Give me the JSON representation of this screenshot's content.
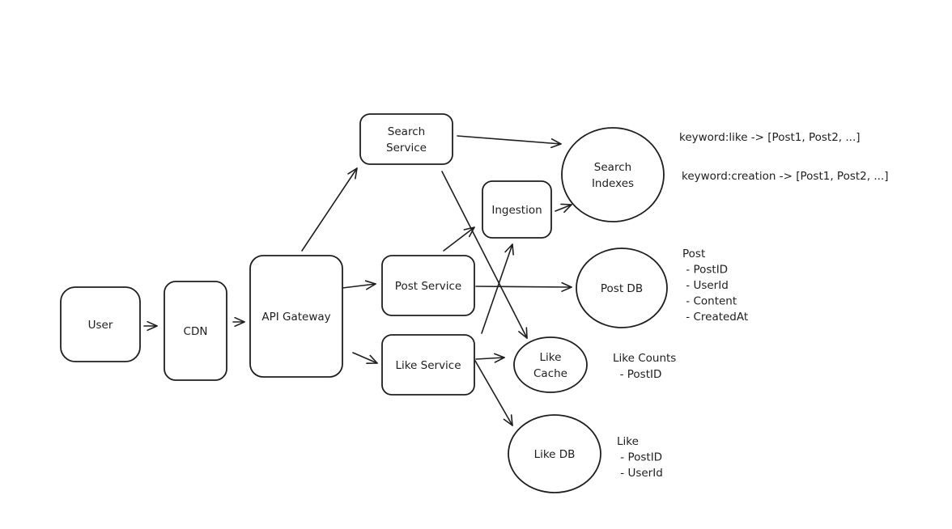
{
  "diagram": {
    "nodes": [
      {
        "id": "user",
        "shape": "rect",
        "lines": [
          "User"
        ]
      },
      {
        "id": "cdn",
        "shape": "rect",
        "lines": [
          "CDN"
        ]
      },
      {
        "id": "api-gateway",
        "shape": "rect",
        "lines": [
          "API Gateway"
        ]
      },
      {
        "id": "search-service",
        "shape": "rect",
        "lines": [
          "Search",
          "Service"
        ]
      },
      {
        "id": "post-service",
        "shape": "rect",
        "lines": [
          "Post Service"
        ]
      },
      {
        "id": "like-service",
        "shape": "rect",
        "lines": [
          "Like Service"
        ]
      },
      {
        "id": "ingestion",
        "shape": "rect",
        "lines": [
          "Ingestion"
        ]
      },
      {
        "id": "search-indexes",
        "shape": "ellipse",
        "lines": [
          "Search",
          "Indexes"
        ]
      },
      {
        "id": "post-db",
        "shape": "ellipse",
        "lines": [
          "Post DB"
        ]
      },
      {
        "id": "like-cache",
        "shape": "ellipse",
        "lines": [
          "Like",
          "Cache"
        ]
      },
      {
        "id": "like-db",
        "shape": "ellipse",
        "lines": [
          "Like DB"
        ]
      }
    ],
    "edges": [
      {
        "from": "user",
        "to": "cdn"
      },
      {
        "from": "cdn",
        "to": "api-gateway"
      },
      {
        "from": "api-gateway",
        "to": "search-service"
      },
      {
        "from": "api-gateway",
        "to": "post-service"
      },
      {
        "from": "api-gateway",
        "to": "like-service"
      },
      {
        "from": "search-service",
        "to": "search-indexes"
      },
      {
        "from": "search-service",
        "to": "like-cache"
      },
      {
        "from": "post-service",
        "to": "ingestion"
      },
      {
        "from": "post-service",
        "to": "post-db"
      },
      {
        "from": "like-service",
        "to": "ingestion"
      },
      {
        "from": "like-service",
        "to": "like-cache"
      },
      {
        "from": "like-service",
        "to": "like-db"
      },
      {
        "from": "ingestion",
        "to": "search-indexes"
      }
    ],
    "notes": [
      {
        "id": "index-like",
        "lines": [
          "keyword:like -> [Post1, Post2, ...]"
        ]
      },
      {
        "id": "index-creation",
        "lines": [
          "keyword:creation -> [Post1, Post2, ...]"
        ]
      },
      {
        "id": "post-schema",
        "lines": [
          "Post",
          " - PostID",
          " - UserId",
          " - Content",
          " - CreatedAt"
        ]
      },
      {
        "id": "like-counts-schema",
        "lines": [
          "Like Counts",
          "  - PostID"
        ]
      },
      {
        "id": "like-schema",
        "lines": [
          "Like",
          " - PostID",
          " - UserId"
        ]
      }
    ]
  }
}
